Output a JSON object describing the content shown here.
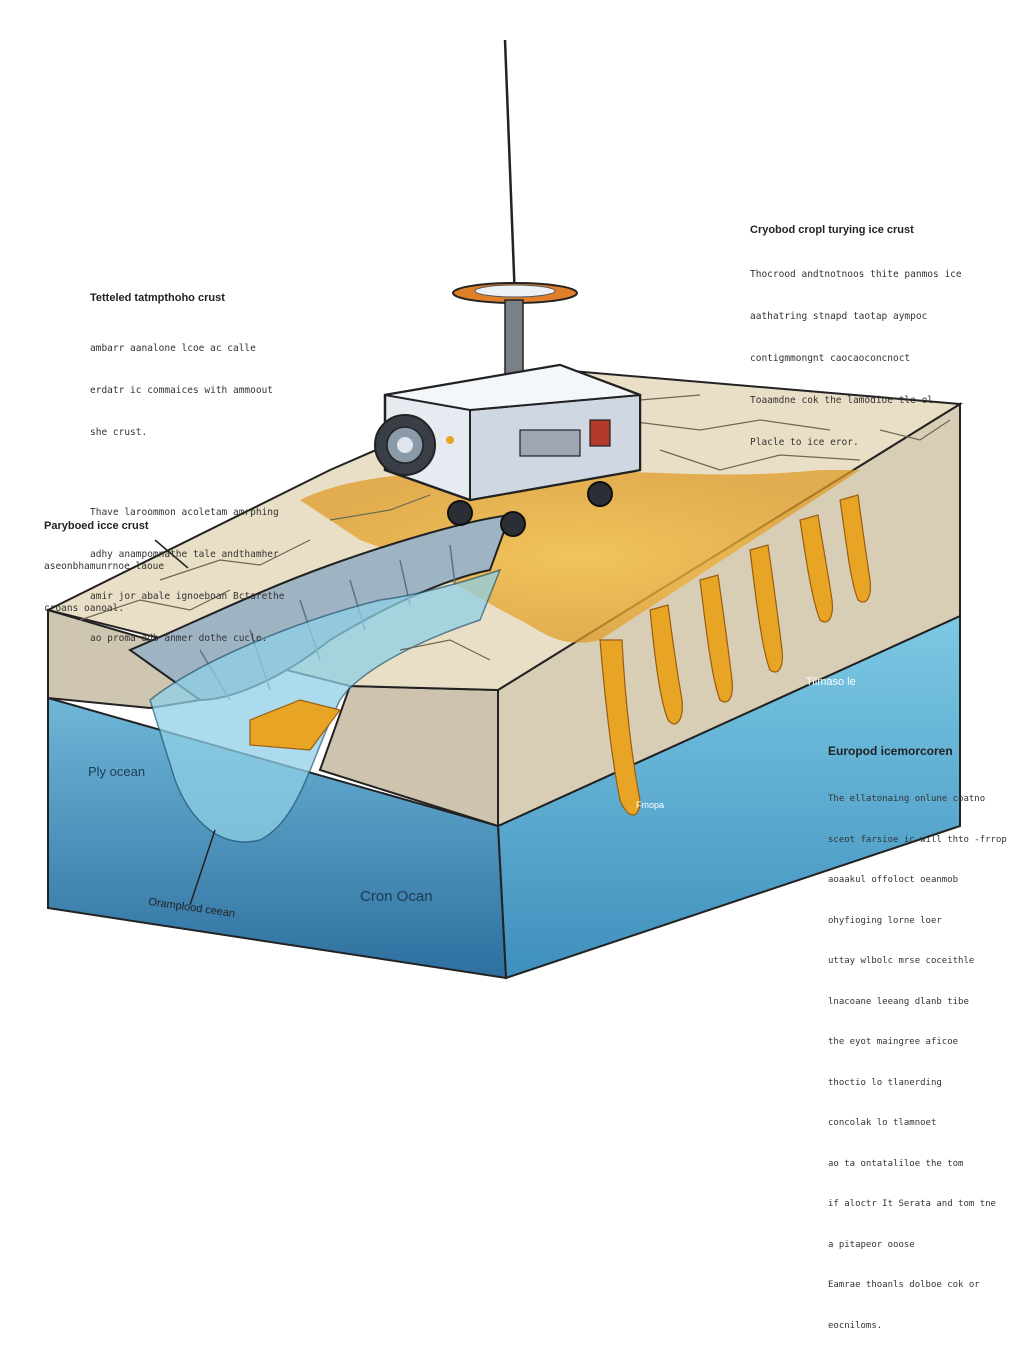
{
  "labels": {
    "tethered": {
      "title": "Tetteled tatmpthoho crust",
      "para1": [
        "ambarr aanalone lcoe ac calle",
        "erdatr ic commaices with ammoout",
        "she crust."
      ],
      "para2": [
        "Thave laroommon acoletam amrphing",
        "adhy anampomnathe tale andthamher",
        "amir jor abale ignoeboan Bctarethe",
        "ao proma adb anmer dothe cucle."
      ]
    },
    "cryobod": {
      "title": "Cryobod cropl turying ice crust",
      "lines": [
        "Thocrood andtnotnoos thite panmos ice",
        "aathatring stnapd taotap aympoc",
        "contigmmongnt caocaoconcnoct",
        "Toaamdne cok the lamodioe tle ol",
        "Placle to ice eror."
      ]
    },
    "payload": {
      "title": "Paryboed icce crust",
      "lines": [
        "aseonbhamunrnoe laoue",
        "croans oanoal."
      ]
    },
    "europod": {
      "title": "Europod icemorcoren",
      "lines": [
        "The ellatonaing onlune coatno",
        "sceot farsioe ic will thto -frrop",
        "aoaakul offoloct oeanmob",
        "ohyfioging lorne loer",
        "uttay wlbolc mrse coceithle",
        "lnacoane leeang dlanb tibe",
        "the eyot maingree aficoe",
        "thoctio lo tlanerding",
        "concolak lo tlamnoet",
        "ao ta ontataliloe the tom",
        "if aloctr It Serata and tom tne",
        "a pitapeor ooose",
        "Eamrae thoanls dolboe cok or",
        "eocniloms."
      ]
    },
    "ply_ocean": "Ply ocean",
    "cron_ocan": "Cron Ocan",
    "oramplood": "Oramplood ceean",
    "tiamasle": "Tilmaso le",
    "fmopa": "Fmopa"
  },
  "colors": {
    "ice_top": "#e9dfc6",
    "ice_side": "#d2c8b3",
    "ocean": "#3d86b4",
    "ocean_light": "#8fd0e6",
    "melt": "#e8a424",
    "rover_body": "#e6ebf2",
    "outline": "#222222"
  }
}
